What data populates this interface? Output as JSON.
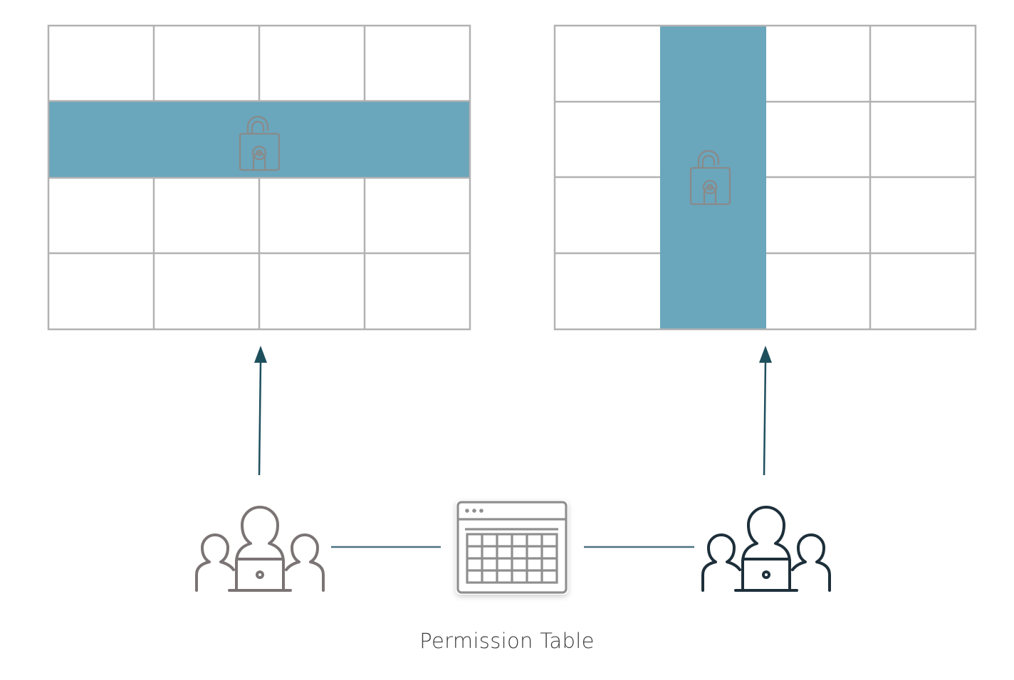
{
  "caption": "Permission Table",
  "colors": {
    "highlight": "#6aa6bc",
    "grid_line": "#b2b2b2",
    "arrow": "#1e4f5d",
    "connector": "#4c7282",
    "group_left": "#7b7474",
    "group_right": "#1d2f3a",
    "table_icon": "#8f8f8f",
    "lock": "#8a8a8a"
  },
  "icons": {
    "left_group": "user-group-laptop-icon",
    "right_group": "user-group-laptop-icon",
    "center": "permission-table-icon",
    "lock": "unlocked-padlock-icon"
  },
  "left_table": {
    "rows": 4,
    "columns": 4,
    "highlight": "row",
    "highlight_index": 2
  },
  "right_table": {
    "rows": 4,
    "columns": 4,
    "highlight": "column",
    "highlight_index": 2
  }
}
